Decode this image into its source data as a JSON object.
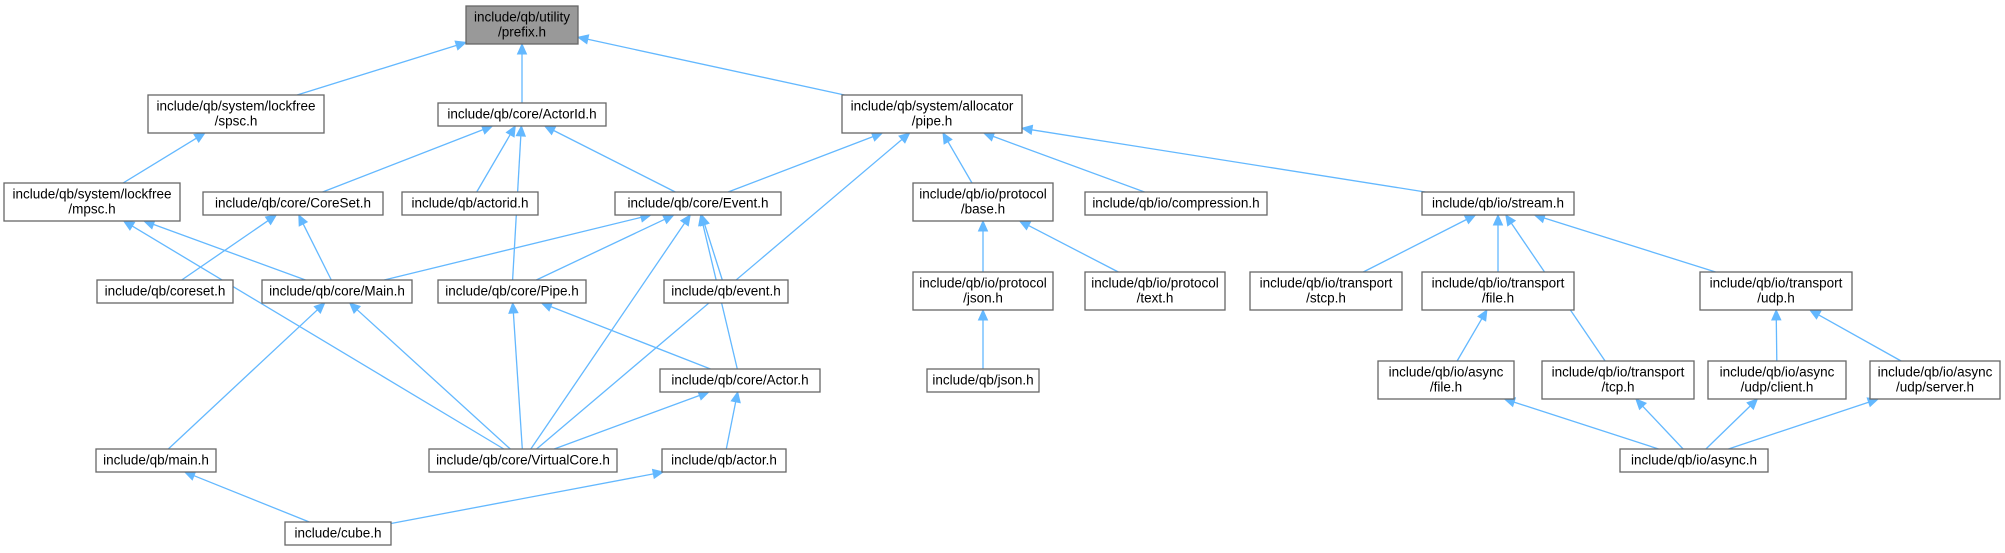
{
  "graph": {
    "nodes": [
      {
        "id": "prefix",
        "lines": [
          "include/qb/utility",
          "/prefix.h"
        ],
        "highlight": true
      },
      {
        "id": "spsc",
        "lines": [
          "include/qb/system/lockfree",
          "/spsc.h"
        ]
      },
      {
        "id": "actorid_core",
        "lines": [
          "include/qb/core/ActorId.h"
        ]
      },
      {
        "id": "pipe_alloc",
        "lines": [
          "include/qb/system/allocator",
          "/pipe.h"
        ]
      },
      {
        "id": "mpsc",
        "lines": [
          "include/qb/system/lockfree",
          "/mpsc.h"
        ]
      },
      {
        "id": "coreset_core",
        "lines": [
          "include/qb/core/CoreSet.h"
        ]
      },
      {
        "id": "actorid",
        "lines": [
          "include/qb/actorid.h"
        ]
      },
      {
        "id": "event_core",
        "lines": [
          "include/qb/core/Event.h"
        ]
      },
      {
        "id": "io_base",
        "lines": [
          "include/qb/io/protocol",
          "/base.h"
        ]
      },
      {
        "id": "compression",
        "lines": [
          "include/qb/io/compression.h"
        ]
      },
      {
        "id": "stream",
        "lines": [
          "include/qb/io/stream.h"
        ]
      },
      {
        "id": "coreset",
        "lines": [
          "include/qb/coreset.h"
        ]
      },
      {
        "id": "main_core",
        "lines": [
          "include/qb/core/Main.h"
        ]
      },
      {
        "id": "pipe_core",
        "lines": [
          "include/qb/core/Pipe.h"
        ]
      },
      {
        "id": "event",
        "lines": [
          "include/qb/event.h"
        ]
      },
      {
        "id": "json_proto",
        "lines": [
          "include/qb/io/protocol",
          "/json.h"
        ]
      },
      {
        "id": "text_proto",
        "lines": [
          "include/qb/io/protocol",
          "/text.h"
        ]
      },
      {
        "id": "stcp",
        "lines": [
          "include/qb/io/transport",
          "/stcp.h"
        ]
      },
      {
        "id": "file_tr",
        "lines": [
          "include/qb/io/transport",
          "/file.h"
        ]
      },
      {
        "id": "udp_tr",
        "lines": [
          "include/qb/io/transport",
          "/udp.h"
        ]
      },
      {
        "id": "json",
        "lines": [
          "include/qb/json.h"
        ]
      },
      {
        "id": "actor_core",
        "lines": [
          "include/qb/core/Actor.h"
        ]
      },
      {
        "id": "file_async",
        "lines": [
          "include/qb/io/async",
          "/file.h"
        ]
      },
      {
        "id": "tcp_tr",
        "lines": [
          "include/qb/io/transport",
          "/tcp.h"
        ]
      },
      {
        "id": "udp_client",
        "lines": [
          "include/qb/io/async",
          "/udp/client.h"
        ]
      },
      {
        "id": "udp_server",
        "lines": [
          "include/qb/io/async",
          "/udp/server.h"
        ]
      },
      {
        "id": "main",
        "lines": [
          "include/qb/main.h"
        ]
      },
      {
        "id": "virtualcore",
        "lines": [
          "include/qb/core/VirtualCore.h"
        ]
      },
      {
        "id": "actor",
        "lines": [
          "include/qb/actor.h"
        ]
      },
      {
        "id": "async",
        "lines": [
          "include/qb/io/async.h"
        ]
      },
      {
        "id": "cube",
        "lines": [
          "include/cube.h"
        ]
      }
    ],
    "edges": [
      {
        "from": "spsc",
        "to": "prefix"
      },
      {
        "from": "actorid_core",
        "to": "prefix"
      },
      {
        "from": "pipe_alloc",
        "to": "prefix"
      },
      {
        "from": "mpsc",
        "to": "spsc"
      },
      {
        "from": "coreset_core",
        "to": "actorid_core"
      },
      {
        "from": "actorid",
        "to": "actorid_core"
      },
      {
        "from": "event_core",
        "to": "actorid_core"
      },
      {
        "from": "pipe_core",
        "to": "actorid_core"
      },
      {
        "from": "event_core",
        "to": "pipe_alloc"
      },
      {
        "from": "io_base",
        "to": "pipe_alloc"
      },
      {
        "from": "compression",
        "to": "pipe_alloc"
      },
      {
        "from": "stream",
        "to": "pipe_alloc"
      },
      {
        "from": "virtualcore",
        "to": "pipe_alloc"
      },
      {
        "from": "main_core",
        "to": "mpsc"
      },
      {
        "from": "virtualcore",
        "to": "mpsc"
      },
      {
        "from": "coreset",
        "to": "coreset_core"
      },
      {
        "from": "main_core",
        "to": "coreset_core"
      },
      {
        "from": "main_core",
        "to": "event_core"
      },
      {
        "from": "pipe_core",
        "to": "event_core"
      },
      {
        "from": "event",
        "to": "event_core"
      },
      {
        "from": "actor_core",
        "to": "event_core"
      },
      {
        "from": "virtualcore",
        "to": "event_core"
      },
      {
        "from": "json_proto",
        "to": "io_base"
      },
      {
        "from": "text_proto",
        "to": "io_base"
      },
      {
        "from": "stcp",
        "to": "stream"
      },
      {
        "from": "file_tr",
        "to": "stream"
      },
      {
        "from": "udp_tr",
        "to": "stream"
      },
      {
        "from": "tcp_tr",
        "to": "stream"
      },
      {
        "from": "main",
        "to": "main_core"
      },
      {
        "from": "virtualcore",
        "to": "main_core"
      },
      {
        "from": "actor_core",
        "to": "pipe_core"
      },
      {
        "from": "virtualcore",
        "to": "pipe_core"
      },
      {
        "from": "json",
        "to": "json_proto"
      },
      {
        "from": "file_async",
        "to": "file_tr"
      },
      {
        "from": "udp_client",
        "to": "udp_tr"
      },
      {
        "from": "udp_server",
        "to": "udp_tr"
      },
      {
        "from": "virtualcore",
        "to": "actor_core"
      },
      {
        "from": "actor",
        "to": "actor_core"
      },
      {
        "from": "async",
        "to": "file_async"
      },
      {
        "from": "async",
        "to": "tcp_tr"
      },
      {
        "from": "async",
        "to": "udp_client"
      },
      {
        "from": "async",
        "to": "udp_server"
      },
      {
        "from": "cube",
        "to": "main"
      },
      {
        "from": "cube",
        "to": "actor"
      }
    ]
  },
  "colors": {
    "edge": "#63b8ff",
    "node_border": "#666666",
    "node_fill": "#ffffff",
    "highlight_fill": "#999999"
  }
}
